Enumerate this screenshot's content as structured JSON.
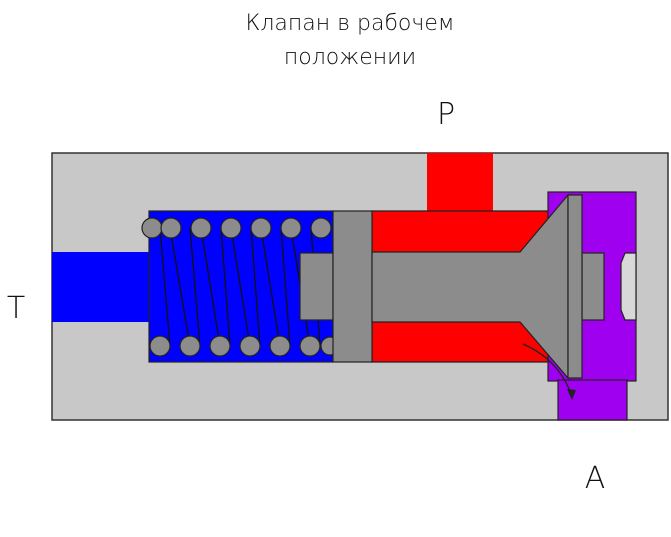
{
  "title": {
    "line1": "Клапан в рабочем",
    "line2": "положении"
  },
  "ports": {
    "p": "P",
    "t": "T",
    "a": "A"
  },
  "colors": {
    "body": "#c8c8c8",
    "tank": "#0000ff",
    "pressure": "#ff0000",
    "outlet": "#a000f0",
    "steel": "#8c8c8c",
    "outline": "#222222"
  }
}
